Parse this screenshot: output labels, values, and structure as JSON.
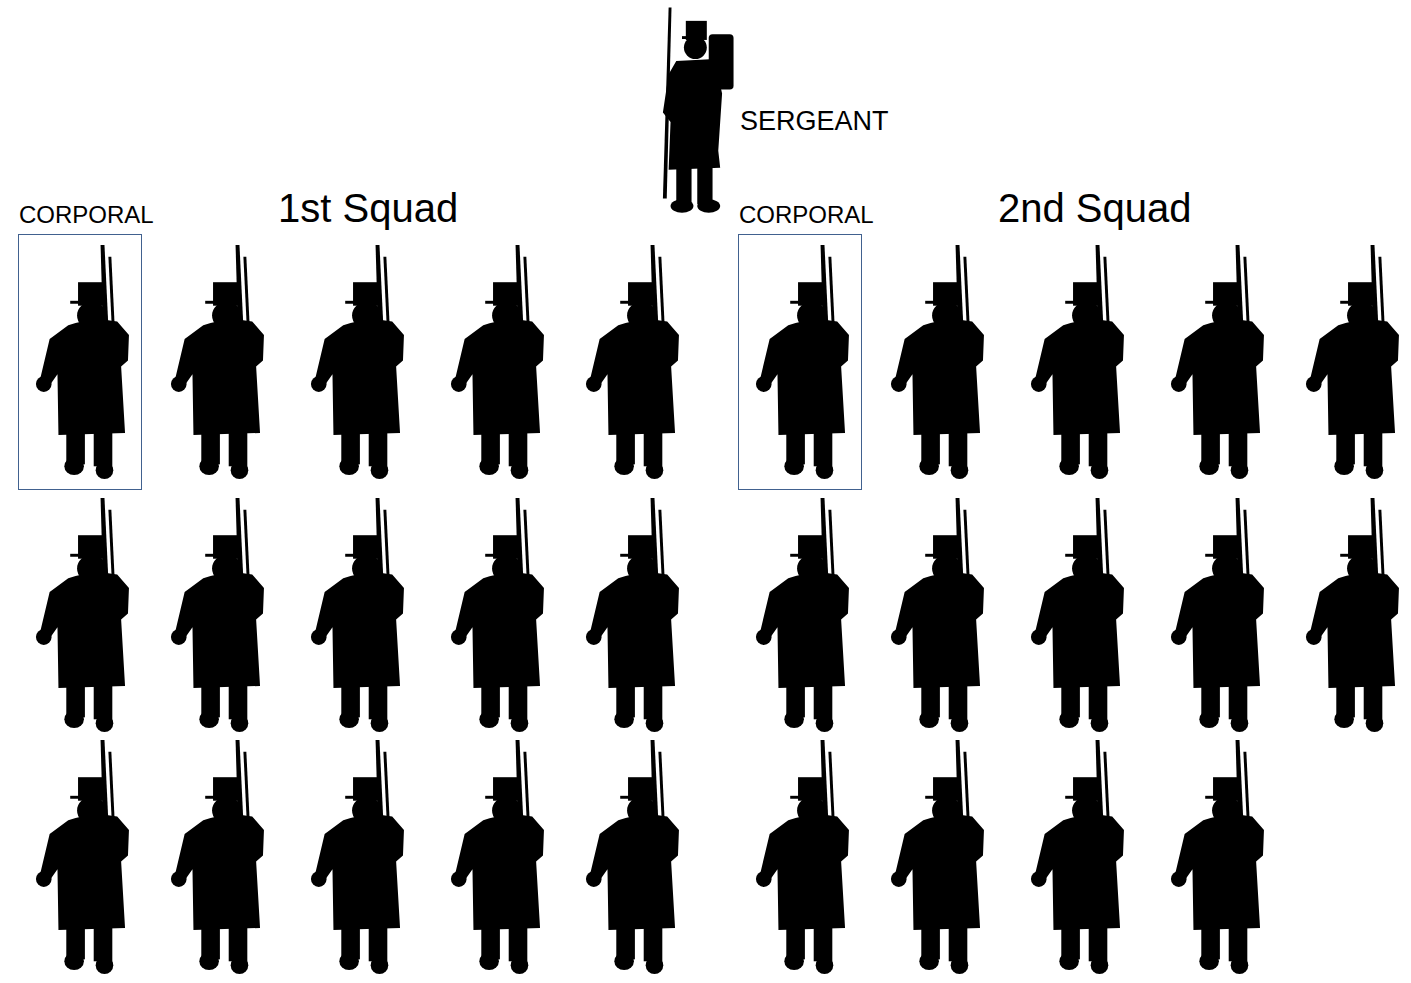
{
  "diagram": {
    "nodes": [
      {
        "text": [
          "CORPORAL"
        ]
      },
      {
        "text": [
          "CORPORAL"
        ]
      }
    ],
    "labels": [
      "SERGEANT",
      "1st Squad",
      "2nd Squad"
    ]
  }
}
